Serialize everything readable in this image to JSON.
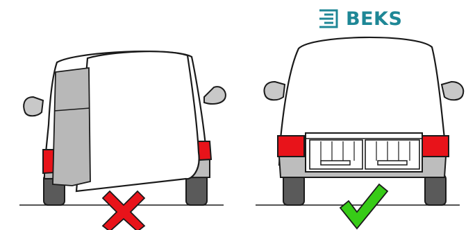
{
  "brand": {
    "name": "BEKS",
    "color": "#1e8796",
    "logo_icon": "drawer-lines-icon"
  },
  "panels": [
    {
      "id": "incorrect",
      "verdict": "cross",
      "verdict_color": "#e8131a",
      "view": "van-rear-open-door"
    },
    {
      "id": "correct",
      "verdict": "check",
      "verdict_color": "#37cb17",
      "view": "van-rear-drawer-system"
    }
  ],
  "colors": {
    "outline": "#1a1a1a",
    "body": "#ffffff",
    "door_panel": "#b8b8b8",
    "tail_light": "#e8131a",
    "bumper": "#bdbdbd",
    "tire": "#5a5a5a",
    "mirror": "#c8c8c8"
  }
}
